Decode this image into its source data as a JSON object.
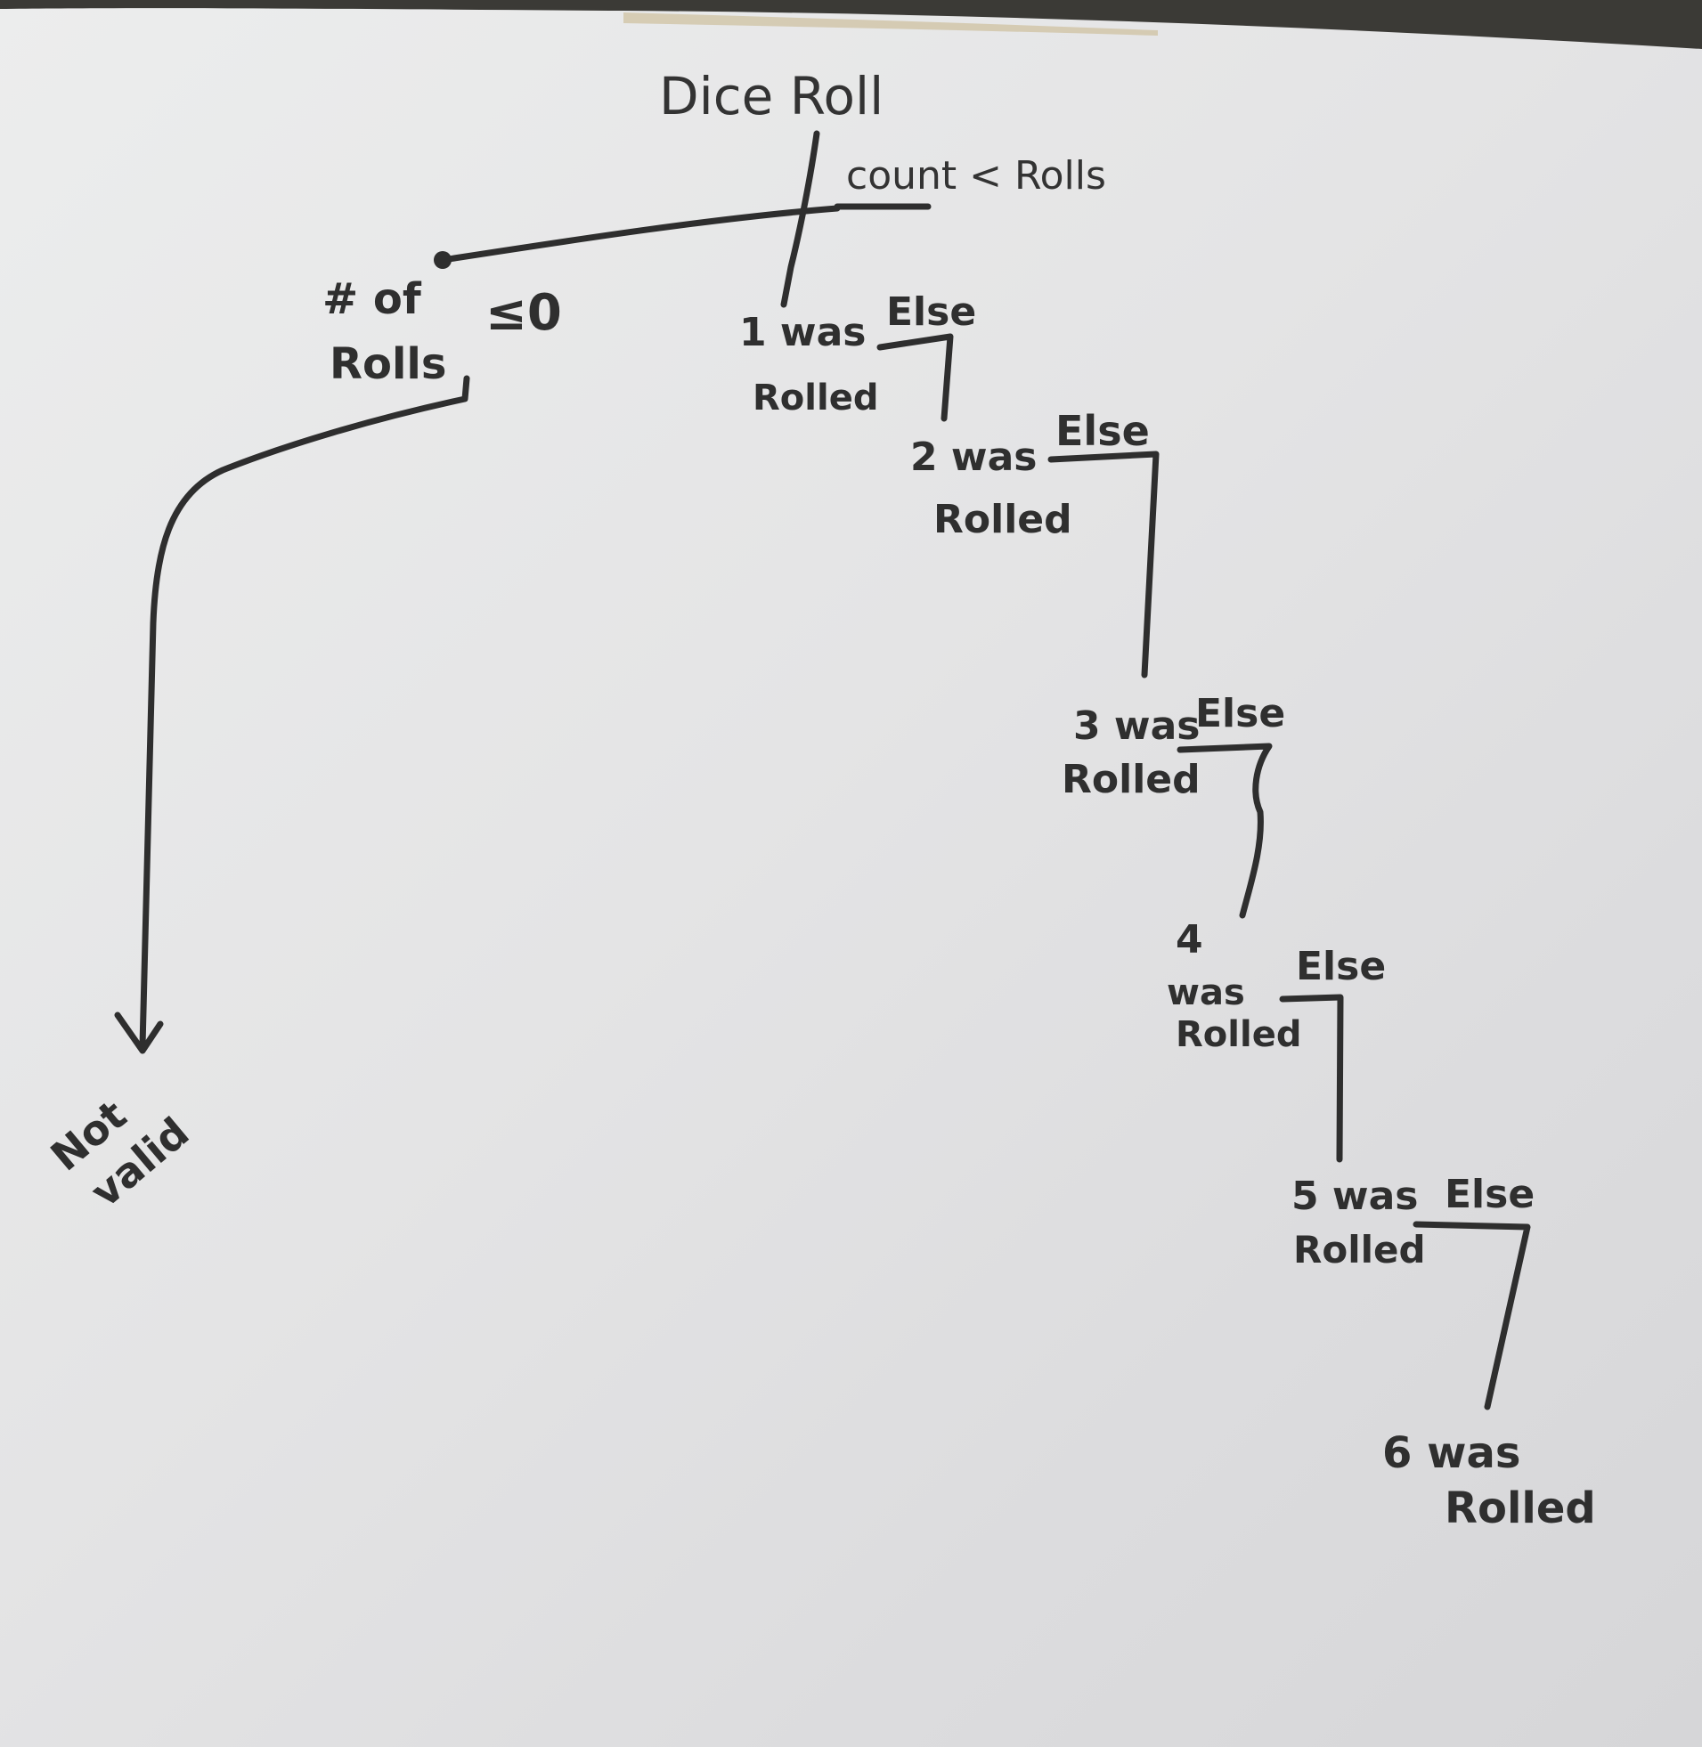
{
  "diagram": {
    "title": "Dice Roll",
    "loop_condition": "count < Rolls",
    "guard": {
      "label_line1": "# of",
      "label_line2": "Rolls",
      "operator": "≤0",
      "result_line1": "Not",
      "result_line2": "valid"
    },
    "nodes": [
      {
        "line1": "1 was",
        "line2": "Rolled",
        "else": "Else"
      },
      {
        "line1": "2 was",
        "line2": "Rolled",
        "else": "Else"
      },
      {
        "line1": "3 was",
        "line2": "Rolled",
        "else": "Else"
      },
      {
        "line1": "4",
        "line2": "was",
        "line3": "Rolled",
        "else": "Else"
      },
      {
        "line1": "5 was",
        "line2": "Rolled",
        "else": "Else"
      },
      {
        "line1": "6 was",
        "line2": "Rolled"
      }
    ]
  },
  "colors": {
    "ink": "#2e2e2e",
    "board": "#e4e4e5",
    "frame_top": "#3a3a38"
  }
}
